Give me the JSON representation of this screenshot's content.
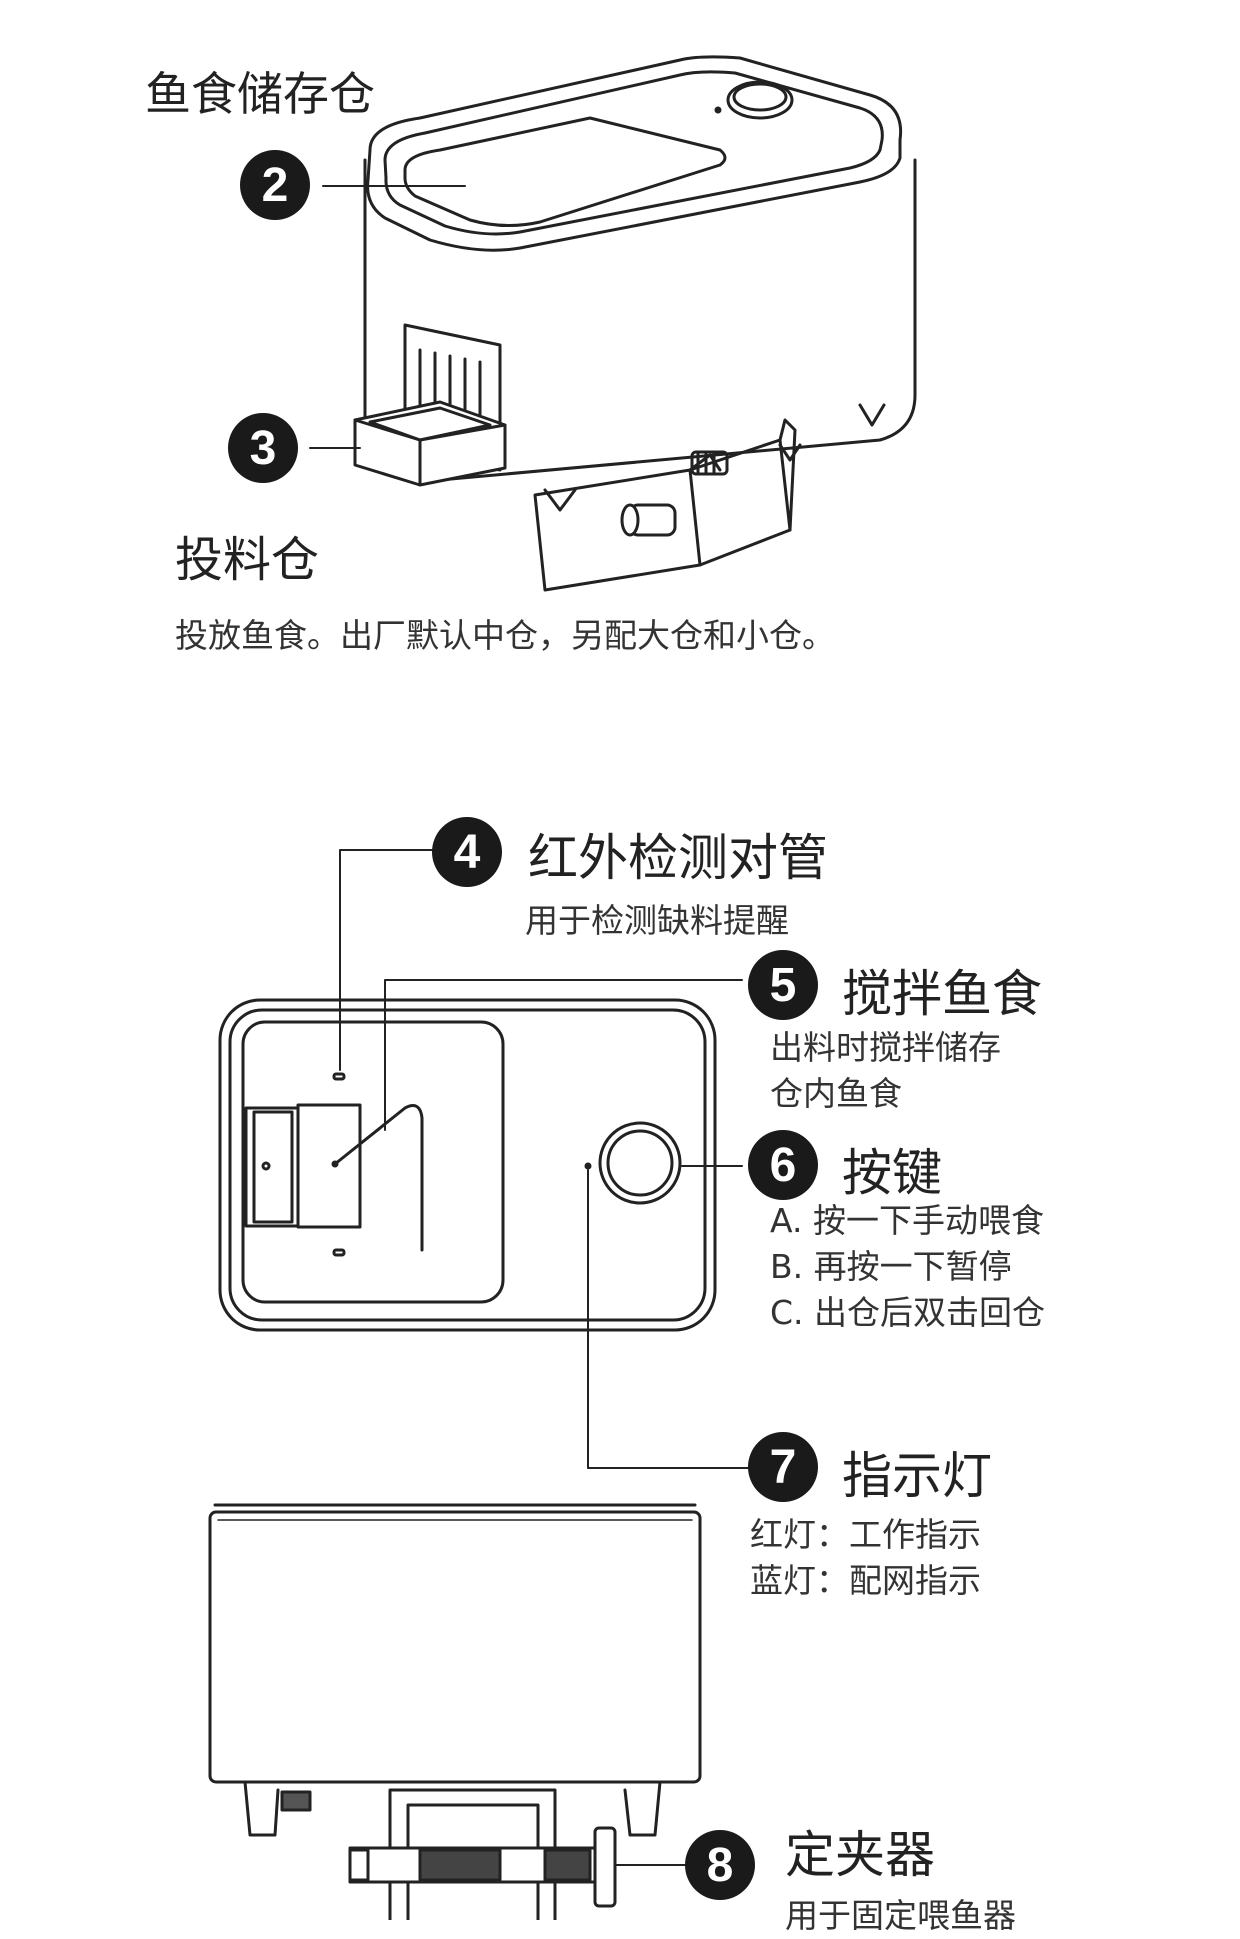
{
  "section1": {
    "label_storage": "鱼食储存仓",
    "badge_2": "2",
    "badge_3": "3",
    "label_hopper": "投料仓",
    "hopper_desc": "投放鱼食。出厂默认中仓，另配大仓和小仓。"
  },
  "section2": {
    "badge_4": "4",
    "ir_title": "红外检测对管",
    "ir_desc": "用于检测缺料提醒",
    "badge_5": "5",
    "stir_title": "搅拌鱼食",
    "stir_desc": [
      "出料时搅拌储存",
      "仓内鱼食"
    ],
    "badge_6": "6",
    "button_title": "按键",
    "button_desc": [
      "A. 按一下手动喂食",
      "B. 再按一下暂停",
      "C. 出仓后双击回仓"
    ],
    "badge_7": "7",
    "led_title": "指示灯",
    "led_desc": [
      "红灯：工作指示",
      "蓝灯：配网指示"
    ],
    "badge_8": "8",
    "clamp_title": "定夹器",
    "clamp_desc": "用于固定喂鱼器"
  }
}
